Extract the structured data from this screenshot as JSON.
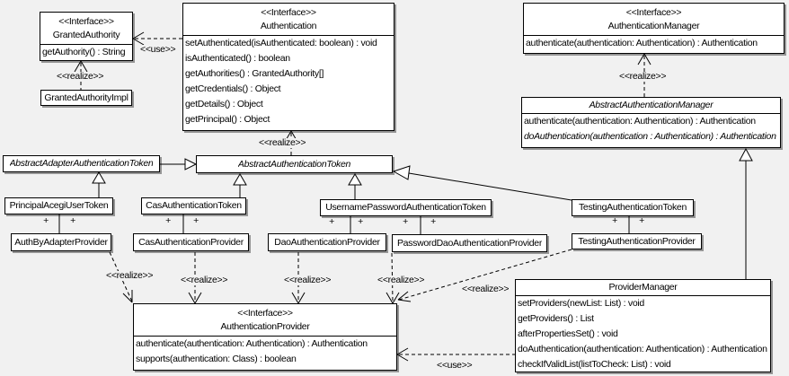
{
  "labels": {
    "realize": "&lt;&lt;realize&gt;&gt;",
    "use": "&lt;&lt;use&gt;&gt;",
    "plus": "+"
  },
  "label_text": {
    "realize": "<<realize>>",
    "use": "<<use>>",
    "plus": "+"
  },
  "classes": {
    "granted_authority": {
      "stereotype": "<<Interface>>",
      "name": "GrantedAuthority",
      "methods": [
        "getAuthority() : String"
      ]
    },
    "granted_authority_impl": {
      "name": "GrantedAuthorityImpl"
    },
    "authentication": {
      "stereotype": "<<Interface>>",
      "name": "Authentication",
      "methods": [
        "setAuthenticated(isAuthenticated: boolean) : void",
        "isAuthenticated() : boolean",
        "getAuthorities() : GrantedAuthority[]",
        "getCredentials() : Object",
        "getDetails() : Object",
        "getPrincipal() : Object"
      ]
    },
    "authentication_manager": {
      "stereotype": "<<Interface>>",
      "name": "AuthenticationManager",
      "methods": [
        "authenticate(authentication: Authentication) : Authentication"
      ]
    },
    "abstract_authentication_manager": {
      "name": "AbstractAuthenticationManager",
      "abstract": true,
      "methods": [
        "authenticate(authentication: Authentication) : Authentication",
        "doAuthentication(authentication : Authentication) : Authentication"
      ]
    },
    "abstract_adapter_authentication_token": {
      "name": "AbstractAdapterAuthenticationToken",
      "abstract": true
    },
    "abstract_authentication_token": {
      "name": "AbstractAuthenticationToken",
      "abstract": true
    },
    "principal_acegi_user_token": {
      "name": "PrincipalAcegiUserToken"
    },
    "cas_authentication_token": {
      "name": "CasAuthenticationToken"
    },
    "username_password_authentication_token": {
      "name": "UsernamePasswordAuthenticationToken"
    },
    "testing_authentication_token": {
      "name": "TestingAuthenticationToken"
    },
    "auth_by_adapter_provider": {
      "name": "AuthByAdapterProvider"
    },
    "cas_authentication_provider": {
      "name": "CasAuthenticationProvider"
    },
    "dao_authentication_provider": {
      "name": "DaoAuthenticationProvider"
    },
    "password_dao_authentication_provider": {
      "name": "PasswordDaoAuthenticationProvider"
    },
    "testing_authentication_provider": {
      "name": "TestingAuthenticationProvider"
    },
    "authentication_provider": {
      "stereotype": "<<Interface>>",
      "name": "AuthenticationProvider",
      "methods": [
        "authenticate(authentication: Authentication) : Authentication",
        "supports(authentication: Class) : boolean"
      ]
    },
    "provider_manager": {
      "name": "ProviderManager",
      "methods": [
        "setProviders(newList: List) : void",
        "getProviders() : List",
        "afterPropertiesSet() : void",
        "doAuthentication(authentication: Authentication) : Authentication",
        "checkIfValidList(listToCheck: List) : void"
      ]
    }
  },
  "relationships": [
    {
      "from": "GrantedAuthorityImpl",
      "to": "GrantedAuthority",
      "type": "realize"
    },
    {
      "from": "Authentication",
      "to": "GrantedAuthority",
      "type": "use"
    },
    {
      "from": "AbstractAuthenticationToken",
      "to": "Authentication",
      "type": "realize"
    },
    {
      "from": "AbstractAuthenticationManager",
      "to": "AuthenticationManager",
      "type": "realize"
    },
    {
      "from": "AbstractAdapterAuthenticationToken",
      "to": "AbstractAuthenticationToken",
      "type": "generalize"
    },
    {
      "from": "PrincipalAcegiUserToken",
      "to": "AbstractAdapterAuthenticationToken",
      "type": "generalize"
    },
    {
      "from": "CasAuthenticationToken",
      "to": "AbstractAuthenticationToken",
      "type": "generalize"
    },
    {
      "from": "UsernamePasswordAuthenticationToken",
      "to": "AbstractAuthenticationToken",
      "type": "generalize"
    },
    {
      "from": "TestingAuthenticationToken",
      "to": "AbstractAuthenticationToken",
      "type": "generalize"
    },
    {
      "from": "PrincipalAcegiUserToken",
      "to": "AuthByAdapterProvider",
      "type": "association"
    },
    {
      "from": "CasAuthenticationToken",
      "to": "CasAuthenticationProvider",
      "type": "association"
    },
    {
      "from": "UsernamePasswordAuthenticationToken",
      "to": "DaoAuthenticationProvider",
      "type": "association"
    },
    {
      "from": "UsernamePasswordAuthenticationToken",
      "to": "PasswordDaoAuthenticationProvider",
      "type": "association"
    },
    {
      "from": "TestingAuthenticationToken",
      "to": "TestingAuthenticationProvider",
      "type": "association"
    },
    {
      "from": "AuthByAdapterProvider",
      "to": "AuthenticationProvider",
      "type": "realize"
    },
    {
      "from": "CasAuthenticationProvider",
      "to": "AuthenticationProvider",
      "type": "realize"
    },
    {
      "from": "DaoAuthenticationProvider",
      "to": "AuthenticationProvider",
      "type": "realize"
    },
    {
      "from": "PasswordDaoAuthenticationProvider",
      "to": "AuthenticationProvider",
      "type": "realize"
    },
    {
      "from": "TestingAuthenticationProvider",
      "to": "AuthenticationProvider",
      "type": "realize"
    },
    {
      "from": "ProviderManager",
      "to": "AbstractAuthenticationManager",
      "type": "generalize"
    },
    {
      "from": "ProviderManager",
      "to": "AuthenticationProvider",
      "type": "use"
    }
  ]
}
